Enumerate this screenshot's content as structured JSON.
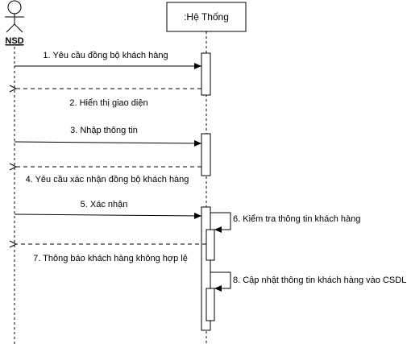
{
  "actor": {
    "name": "NSD"
  },
  "system": {
    "title": ":Hệ Thống"
  },
  "messages": [
    {
      "label": "1. Yêu cầu đồng bộ khách hàng"
    },
    {
      "label": "2. Hiển thị giao diện"
    },
    {
      "label": "3. Nhập thông tin"
    },
    {
      "label": "4. Yêu cầu xác nhận đồng bộ khách hàng"
    },
    {
      "label": "5. Xác nhận"
    },
    {
      "label": "6. Kiểm tra thông tin khách hàng"
    },
    {
      "label": "7. Thông báo khách hàng không hợp lệ"
    },
    {
      "label": "8. Cập nhật thông tin khách hàng vào CSDL"
    }
  ],
  "colors": {
    "line": "#000000",
    "activation_fill": "#ffffff"
  }
}
